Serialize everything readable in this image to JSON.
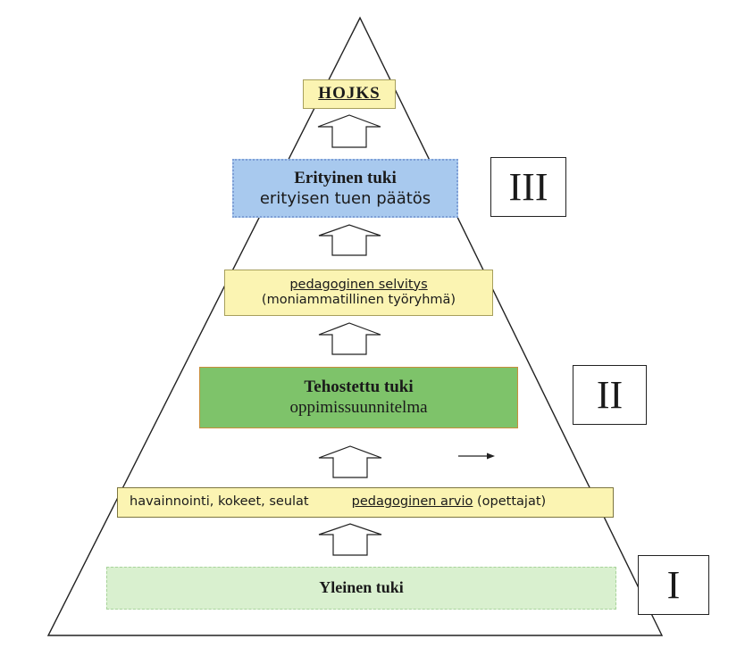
{
  "boxes": {
    "hojks": "HOJKS",
    "erityinen_title": "Erityinen tuki",
    "erityinen_sub": "erityisen tuen päätös",
    "pedagoginen_selvitys": "pedagoginen selvitys",
    "moniammatillinen": "(moniammatillinen työryhmä)",
    "tehostettu_title": "Tehostettu tuki",
    "tehostettu_sub": "oppimissuunnitelma",
    "havainnointi": "havainnointi, kokeet, seulat",
    "pedagoginen_arvio": "pedagoginen arvio",
    "opettajat": "(opettajat)",
    "yleinen": "Yleinen tuki"
  },
  "levels": {
    "three": "III",
    "two": "II",
    "one": "I"
  },
  "colors": {
    "yellow_box": "#fbf4b2",
    "blue_box": "#a8c9ee",
    "green_box": "#7ec36a",
    "light_green_box": "#d9f0cf"
  },
  "icons": [
    "up-arrow-icon",
    "right-arrow-icon"
  ]
}
